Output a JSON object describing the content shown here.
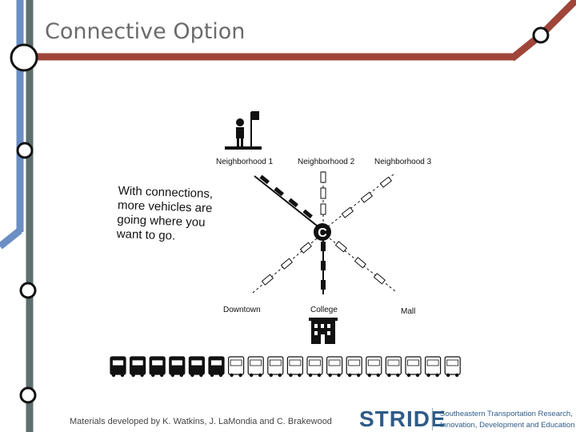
{
  "slide": {
    "title": "Connective Option",
    "credit": "Materials developed by K. Watkins, J. LaMondia and C. Brakewood"
  },
  "diagram": {
    "caption_lines": [
      "With connections,",
      "more vehicles are",
      "going where you",
      "want to go."
    ],
    "hub_label": "C",
    "destinations": {
      "n1": "Neighborhood 1",
      "n2": "Neighborhood 2",
      "n3": "Neighborhood 3",
      "downtown": "Downtown",
      "college": "College",
      "mall": "Mall"
    },
    "bus_row": {
      "dark_buses": 6,
      "light_buses": 12
    }
  },
  "logo": {
    "name": "STRIDE",
    "subtitle_lines": [
      "Southeastern Transportation Research,",
      "Innovation, Development and Education Center"
    ]
  },
  "colors": {
    "red_line": "#a0453a",
    "blue_line": "#6b8fc4",
    "gray_line": "#5f6f6f",
    "brand_blue": "#2f5b87"
  }
}
